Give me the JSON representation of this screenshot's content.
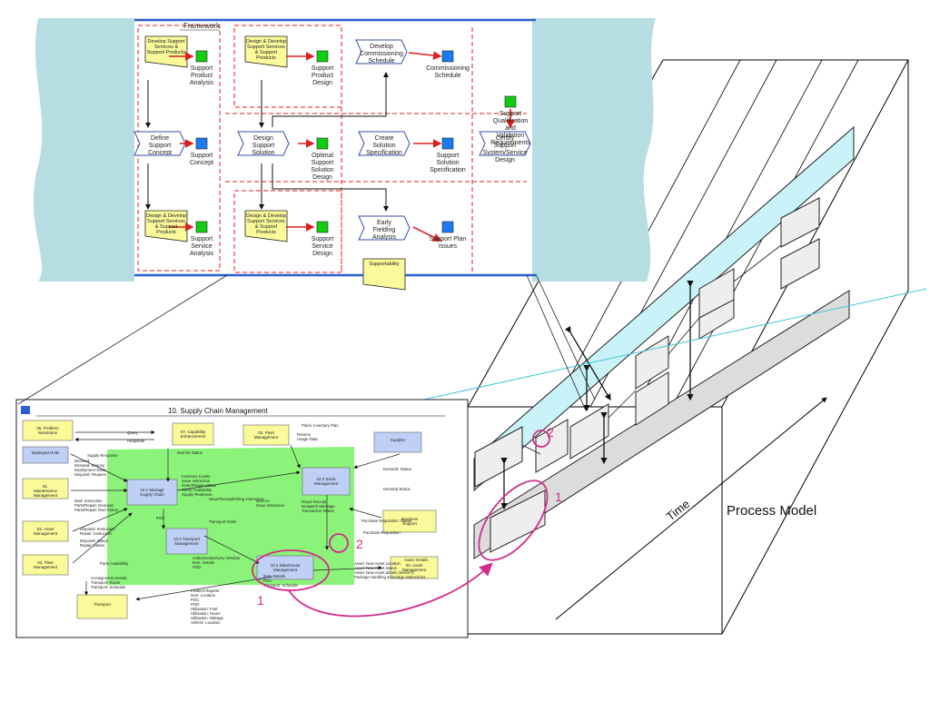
{
  "process_view": {
    "framework_label": "Framework",
    "nodes": [
      {
        "label": "Develop Support Services & Support Products",
        "kind": "yellow"
      },
      {
        "label": "Support Product Analysis",
        "kind": "green"
      },
      {
        "label": "Design & Develop Support Services & Support Products",
        "kind": "yellow"
      },
      {
        "label": "Support Product Design",
        "kind": "green"
      },
      {
        "label": "Develop Commissioning Schedule",
        "kind": "process"
      },
      {
        "label": "Commissioning Schedule",
        "kind": "blue"
      },
      {
        "label": "Support Qualification and Validation Requirements",
        "kind": "green"
      },
      {
        "label": "Define Support Concept",
        "kind": "process"
      },
      {
        "label": "Support Concept",
        "kind": "blue"
      },
      {
        "label": "Design Support Solution",
        "kind": "process"
      },
      {
        "label": "Optimal Support Solution Design",
        "kind": "green"
      },
      {
        "label": "Create Solution Specification",
        "kind": "process"
      },
      {
        "label": "Support Solution Specification",
        "kind": "blue"
      },
      {
        "label": "Certify Support System/Service Design",
        "kind": "process"
      },
      {
        "label": "Design & Develop Support Services & Support Products",
        "kind": "yellow"
      },
      {
        "label": "Support Service Analysis",
        "kind": "green"
      },
      {
        "label": "Design & Develop Support Services & Support Products",
        "kind": "yellow"
      },
      {
        "label": "Support Service Design",
        "kind": "green"
      },
      {
        "label": "Early Fielding Analysis",
        "kind": "process"
      },
      {
        "label": "Support Plan Issues",
        "kind": "blue"
      },
      {
        "label": "Supportability",
        "kind": "yellow"
      }
    ]
  },
  "supply_chain": {
    "title": "10. Supply Chain Management",
    "boxes": [
      {
        "label": "05. Problem Resolution"
      },
      {
        "label": "07. Capability Enhancement"
      },
      {
        "label": "03. Fleet Management"
      },
      {
        "label": "Supplier"
      },
      {
        "label": "Deployed Units"
      },
      {
        "label": "01. Maintenance Management"
      },
      {
        "label": "10.1 Manage Supply Chain"
      },
      {
        "label": "10.2 Stock Management"
      },
      {
        "label": "04. Asset Management"
      },
      {
        "label": "10.3 Transport Management"
      },
      {
        "label": "Business Support"
      },
      {
        "label": "03. Fleet Management"
      },
      {
        "label": "10.4 Warehouse Management"
      },
      {
        "label": "04. Asset Management"
      },
      {
        "label": "Transport"
      }
    ],
    "flow_labels": [
      "Query",
      "Response",
      "Mod Kit Status",
      "Supply Response",
      "Demand",
      "Demand: Enquiry",
      "Deployment Scale",
      "Disposal: Request",
      "Mod: Instruction",
      "Parts/Repair: Demand",
      "Parts/Repair: Mod Status",
      "Inventory Levels",
      "Issue Instruction",
      "Order/Repair Status",
      "Stock: Availability",
      "Supply Response",
      "Issue/Receipt/Kitting Instruction",
      "Dues In",
      "Issue Instruction",
      "Plans: Inventory Plan",
      "Returns",
      "Usage Data",
      "Demand: Status",
      "Demand Status",
      "Depot Receipt",
      "Despatch Message",
      "Transaction Status",
      "Disposal: Instruction",
      "Repair: Instruction",
      "Disposal: Status",
      "Repair: Status",
      "Purchase Requisition: Status",
      "Purchase Requisition",
      "Parts Availability",
      "Transport Order",
      "POC",
      "Collection/Delivery Window",
      "Item: Details",
      "POD",
      "Asset: Details",
      "Asset: New Asset Location",
      "Asset: New Asset Status",
      "Asset: New Asset details (Serial #)",
      "Package Handling & Storage Instructions",
      "Consignment Details",
      "Transport: Route",
      "Transport: Schedule",
      "Item: Details",
      "POC",
      "Transport: Schedule",
      "Incident Reports",
      "Item: Location",
      "POC",
      "POD",
      "Utilisation: Fuel",
      "Utilisation: Hours",
      "Utilisation: Mileage",
      "Vehicle: Location"
    ]
  },
  "model": {
    "time_label": "Time",
    "process_model_label": "Process Model",
    "marker_1": "1",
    "marker_2": "2"
  },
  "colors": {
    "cyan_band": "#c9f3f8",
    "wavy": "#b6dde2",
    "green_area": "#7ef26a",
    "magenta": "#d42b8c",
    "yellow_box": "#fafa9a",
    "blue_box": "#bed0f5",
    "red_flow": "#e02020"
  }
}
